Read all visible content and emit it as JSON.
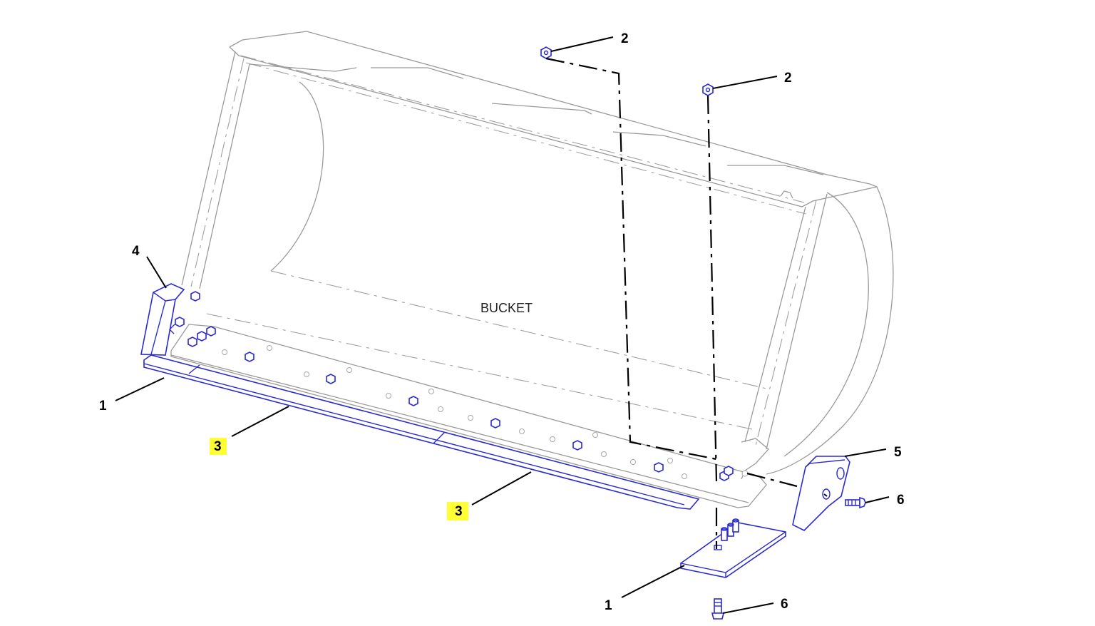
{
  "diagram": {
    "caption": "BUCKET",
    "callouts": [
      {
        "id": "c1a",
        "label": "1",
        "highlight": false
      },
      {
        "id": "c1b",
        "label": "1",
        "highlight": false
      },
      {
        "id": "c2a",
        "label": "2",
        "highlight": false
      },
      {
        "id": "c2b",
        "label": "2",
        "highlight": false
      },
      {
        "id": "c3a",
        "label": "3",
        "highlight": true
      },
      {
        "id": "c3b",
        "label": "3",
        "highlight": true
      },
      {
        "id": "c4",
        "label": "4",
        "highlight": false
      },
      {
        "id": "c5",
        "label": "5",
        "highlight": false
      },
      {
        "id": "c6a",
        "label": "6",
        "highlight": false
      },
      {
        "id": "c6b",
        "label": "6",
        "highlight": false
      }
    ],
    "colors": {
      "outline": "#9a9a9a",
      "parts": "#2a2ad0",
      "leader": "#000000",
      "highlight": "#ffff33"
    }
  }
}
